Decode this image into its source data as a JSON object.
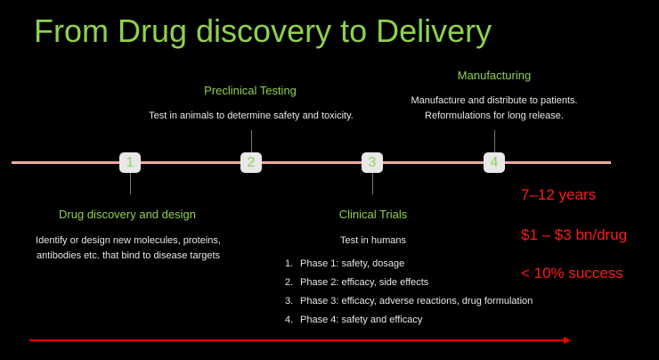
{
  "title": "From Drug discovery to Delivery",
  "steps": [
    {
      "number": "1",
      "heading": "Drug discovery and design",
      "description": [
        "Identify or design new molecules, proteins,",
        "antibodies etc. that bind to disease targets"
      ]
    },
    {
      "number": "2",
      "heading": "Preclinical Testing",
      "description": [
        "Test in animals to determine safety and toxicity."
      ]
    },
    {
      "number": "3",
      "heading": "Clinical Trials",
      "description": [
        "Test in humans"
      ],
      "phases": [
        {
          "n": "1.",
          "text": "Phase 1: safety, dosage"
        },
        {
          "n": "2.",
          "text": "Phase 2: efficacy, side effects"
        },
        {
          "n": "3.",
          "text": "Phase 3: efficacy, adverse reactions, drug formulation"
        },
        {
          "n": "4.",
          "text": "Phase 4: safety and efficacy"
        }
      ]
    },
    {
      "number": "4",
      "heading": "Manufacturing",
      "description": [
        "Manufacture and distribute to patients.",
        "Reformulations for long release."
      ]
    }
  ],
  "stats": [
    "7–12 years",
    "$1 – $3 bn/drug",
    "< 10% success"
  ],
  "colors": {
    "accent": "#8fd14f",
    "stat": "#ff1a1a",
    "timeline": "#f0a99a"
  }
}
